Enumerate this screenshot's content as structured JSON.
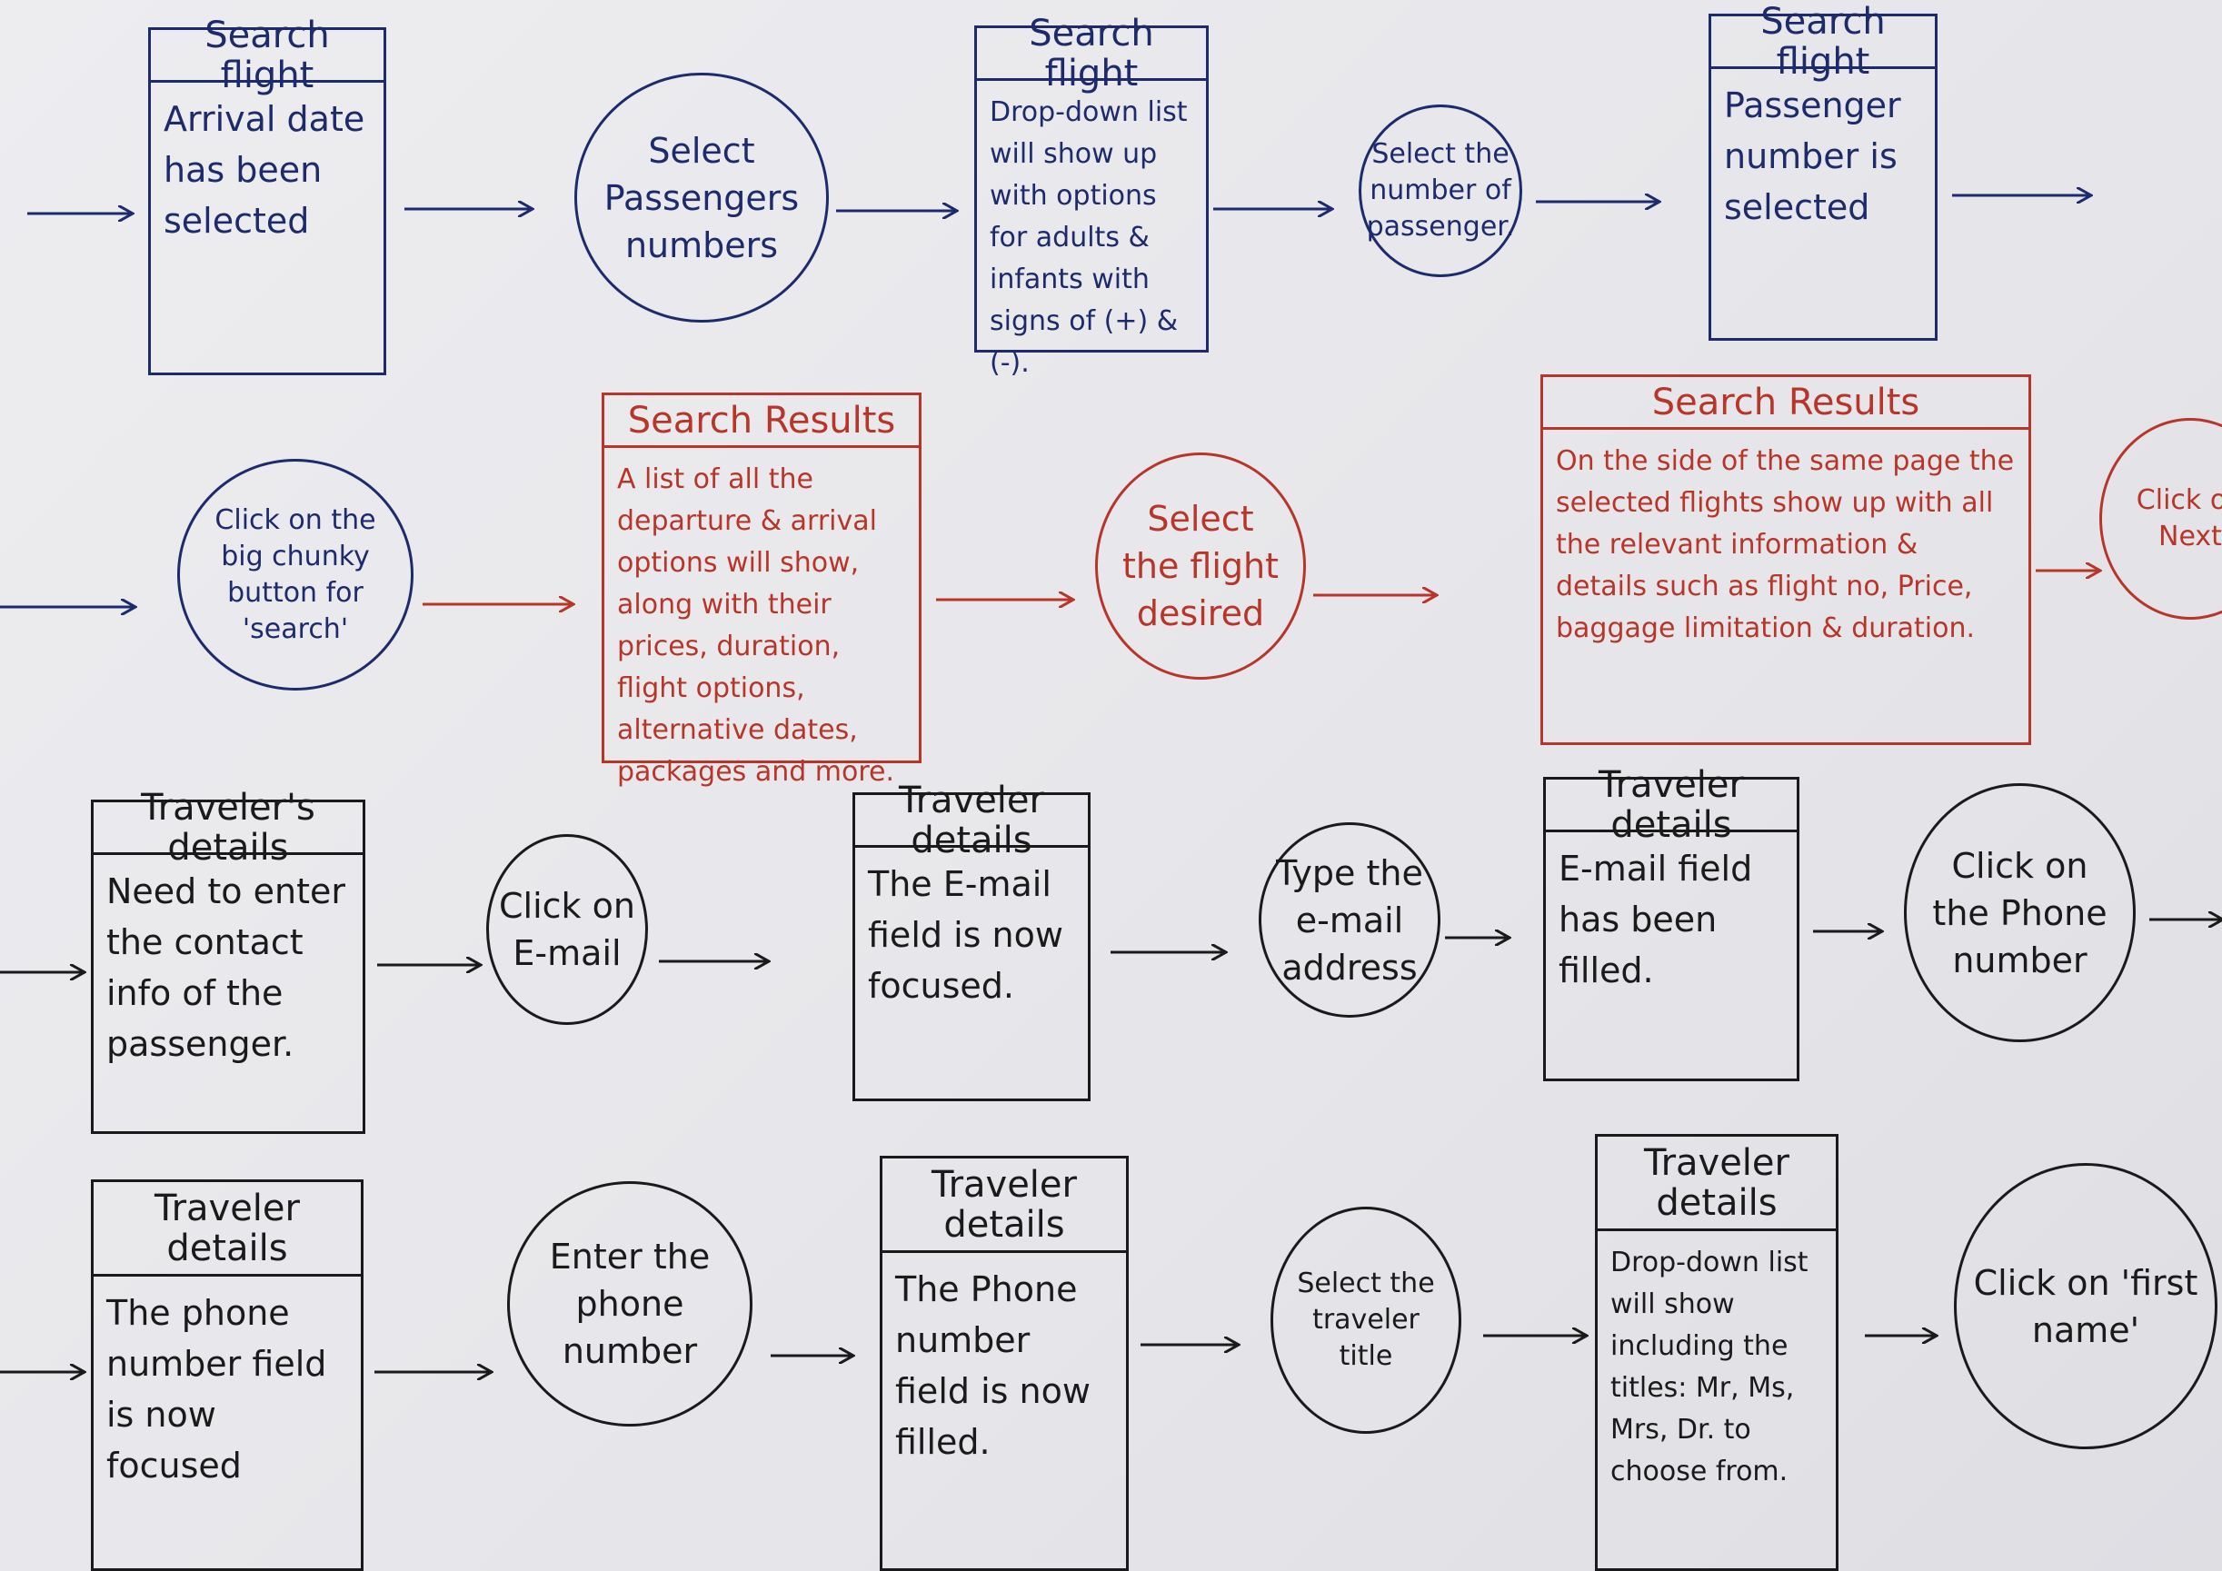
{
  "rows": [
    {
      "color": "#1d2a6b",
      "nodes": [
        {
          "kind": "box",
          "title": "Search flight",
          "text": "Arrival date has been selected"
        },
        {
          "kind": "circle",
          "text": "Select Passengers numbers"
        },
        {
          "kind": "box",
          "title": "Search flight",
          "text": "Drop-down list will show up with options for adults & infants with signs of (+) & (-)."
        },
        {
          "kind": "circle",
          "text": "Select the number of passenger."
        },
        {
          "kind": "box",
          "title": "Search flight",
          "text": "Passenger number is selected"
        }
      ]
    },
    {
      "color": "#b8352a",
      "nodes": [
        {
          "kind": "circle",
          "text": "Click on the big chunky button for 'search'"
        },
        {
          "kind": "box",
          "title": "Search Results",
          "text": "A list of all the departure & arrival options will show, along with their prices, duration, flight options, alternative dates, packages and more."
        },
        {
          "kind": "circle",
          "text": "Select the flight desired"
        },
        {
          "kind": "box",
          "title": "Search Results",
          "text": "On the side of the same page the selected flights show up with all the relevant information & details such as flight no, Price, baggage limitation & duration."
        },
        {
          "kind": "circle",
          "text": "Click on Next"
        }
      ]
    },
    {
      "color": "#1a1a1a",
      "nodes": [
        {
          "kind": "box",
          "title": "Traveler's details",
          "text": "Need to enter the contact info of the passenger."
        },
        {
          "kind": "circle",
          "text": "Click on E-mail"
        },
        {
          "kind": "box",
          "title": "Traveler details",
          "text": "The E-mail field is now focused."
        },
        {
          "kind": "circle",
          "text": "Type the e-mail address"
        },
        {
          "kind": "box",
          "title": "Traveler details",
          "text": "E-mail field has been filled."
        },
        {
          "kind": "circle",
          "text": "Click on the Phone number"
        }
      ]
    },
    {
      "color": "#1a1a1a",
      "nodes": [
        {
          "kind": "box",
          "title": "Traveler details",
          "text": "The phone number field is now focused"
        },
        {
          "kind": "circle",
          "text": "Enter the phone number"
        },
        {
          "kind": "box",
          "title": "Traveler details",
          "text": "The Phone number field is now filled."
        },
        {
          "kind": "circle",
          "text": "Select the traveler title"
        },
        {
          "kind": "box",
          "title": "Traveler details",
          "text": "Drop-down list will show including the titles: Mr, Ms, Mrs, Dr. to choose from."
        },
        {
          "kind": "circle",
          "text": "Click on 'first name'"
        }
      ]
    }
  ]
}
